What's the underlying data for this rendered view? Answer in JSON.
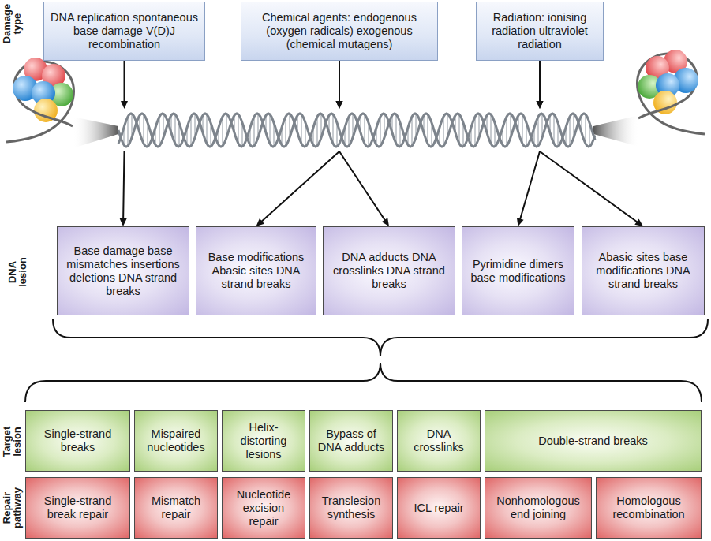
{
  "diagram": {
    "nodes": [
      {
        "text": [
          "DNA replication spontaneous base damage V(D)J recombination"
        ]
      },
      {
        "text": [
          "Chemical agents: endogenous (oxygen radicals) exogenous (chemical mutagens)"
        ]
      },
      {
        "text": [
          "Radiation: ionising radiation ultraviolet radiation"
        ]
      },
      {
        "text": [
          "Base damage base mismatches insertions deletions DNA strand breaks"
        ]
      },
      {
        "text": [
          "Base modifications Abasic sites DNA strand breaks"
        ]
      },
      {
        "text": [
          "DNA adducts DNA crosslinks DNA strand breaks"
        ]
      },
      {
        "text": [
          "Pyrimidine dimers base modifications"
        ]
      },
      {
        "text": [
          "Abasic sites base modifications DNA strand breaks"
        ]
      },
      {
        "text": [
          "Single-strand breaks"
        ]
      },
      {
        "text": [
          "Mispaired nucleotides"
        ]
      },
      {
        "text": [
          "Helix-distorting lesions"
        ]
      },
      {
        "text": [
          "Bypass of DNA adducts"
        ]
      },
      {
        "text": [
          "DNA crosslinks"
        ]
      },
      {
        "text": [
          "Double-strand breaks"
        ]
      },
      {
        "text": [
          "Single-strand break repair"
        ]
      },
      {
        "text": [
          "Mismatch repair"
        ]
      },
      {
        "text": [
          "Nucleotide excision repair"
        ]
      },
      {
        "text": [
          "Translesion synthesis"
        ]
      },
      {
        "text": [
          "ICL repair"
        ]
      },
      {
        "text": [
          "Nonhomologous end joining"
        ]
      },
      {
        "text": [
          "Homologous recombination"
        ]
      }
    ],
    "edges": [
      {
        "from": 0,
        "to": 3,
        "arrow": "to"
      },
      {
        "from": 1,
        "to": 4,
        "arrow": "to"
      },
      {
        "from": 1,
        "to": 5,
        "arrow": "to"
      },
      {
        "from": 2,
        "to": 6,
        "arrow": "to"
      },
      {
        "from": 2,
        "to": 7,
        "arrow": "to"
      }
    ],
    "labels": [
      "Damage type",
      "DNA lesion",
      "Target lesion",
      "Repair pathway"
    ]
  }
}
